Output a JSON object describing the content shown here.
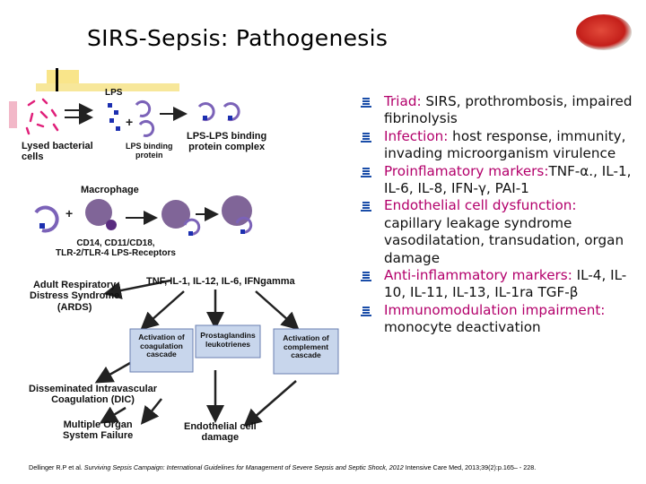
{
  "title": "SIRS-Sepsis: Pathogenesis",
  "diagram": {
    "lps": "LPS",
    "lysed_bacterial_cells": "Lysed bacterial\ncells",
    "lps_binding_protein": "LPS binding\nprotein",
    "lps_lps_binding_complex": "LPS-LPS binding\nprotein complex",
    "macrophage": "Macrophage",
    "receptors": "CD14, CD11/CD18,\nTLR-2/TLR-4 LPS-Receptors",
    "ards": "Adult Respiratory\nDistress Syndrome\n(ARDS)",
    "cytokines": "TNF, IL-1, IL-12, IL-6, IFNgamma",
    "coagulation_box": "Activation of\ncoagulation\ncascade",
    "prostaglandins_box": "Prostaglandins\nleukotrienes",
    "complement_box": "Activation of\ncomplement\ncascade",
    "dic": "Disseminated Intravascular\nCoagulation (DIC)",
    "mosf": "Multiple Organ\nSystem Failure",
    "endothelial_damage": "Endothelial cell\ndamage"
  },
  "bullets": [
    {
      "head": "Triad:",
      "body": " SIRS, prothrombosis, impaired fibrinolysis"
    },
    {
      "head": "Infection:",
      "body": " host response, immunity, invading microorganism virulence"
    },
    {
      "head": "Proinflamatory markers:",
      "body": "TNF-α., IL-1, IL-6, IL-8, IFN-γ, PAI-1"
    },
    {
      "head": "Endothelial cell dysfunction:",
      "body": " capillary leakage syndrome vasodilatation, transudation, organ damage"
    },
    {
      "head": "Anti-inflammatory markers:",
      "body": " IL-4, IL-10, IL-11, IL-13, IL-1ra TGF-β"
    },
    {
      "head": "Immunomodulation impairment:",
      "body": " monocyte deactivation"
    }
  ],
  "footer": {
    "authors": "Dellinger R.P et al. ",
    "title_italic": "Surviving Sepsis Campaign: International Guidelines for Management of Severe Sepsis and Septic Shock, 2012",
    "journal": "  Intensive Care Med, 2013;39(2):p.165– - 228."
  },
  "colors": {
    "head_text": "#b3006b",
    "bullet_marker": "#1a4da8",
    "cell_purple": "#7b62b8",
    "lps_blue": "#1c2fb0",
    "arrow": "#222222"
  }
}
